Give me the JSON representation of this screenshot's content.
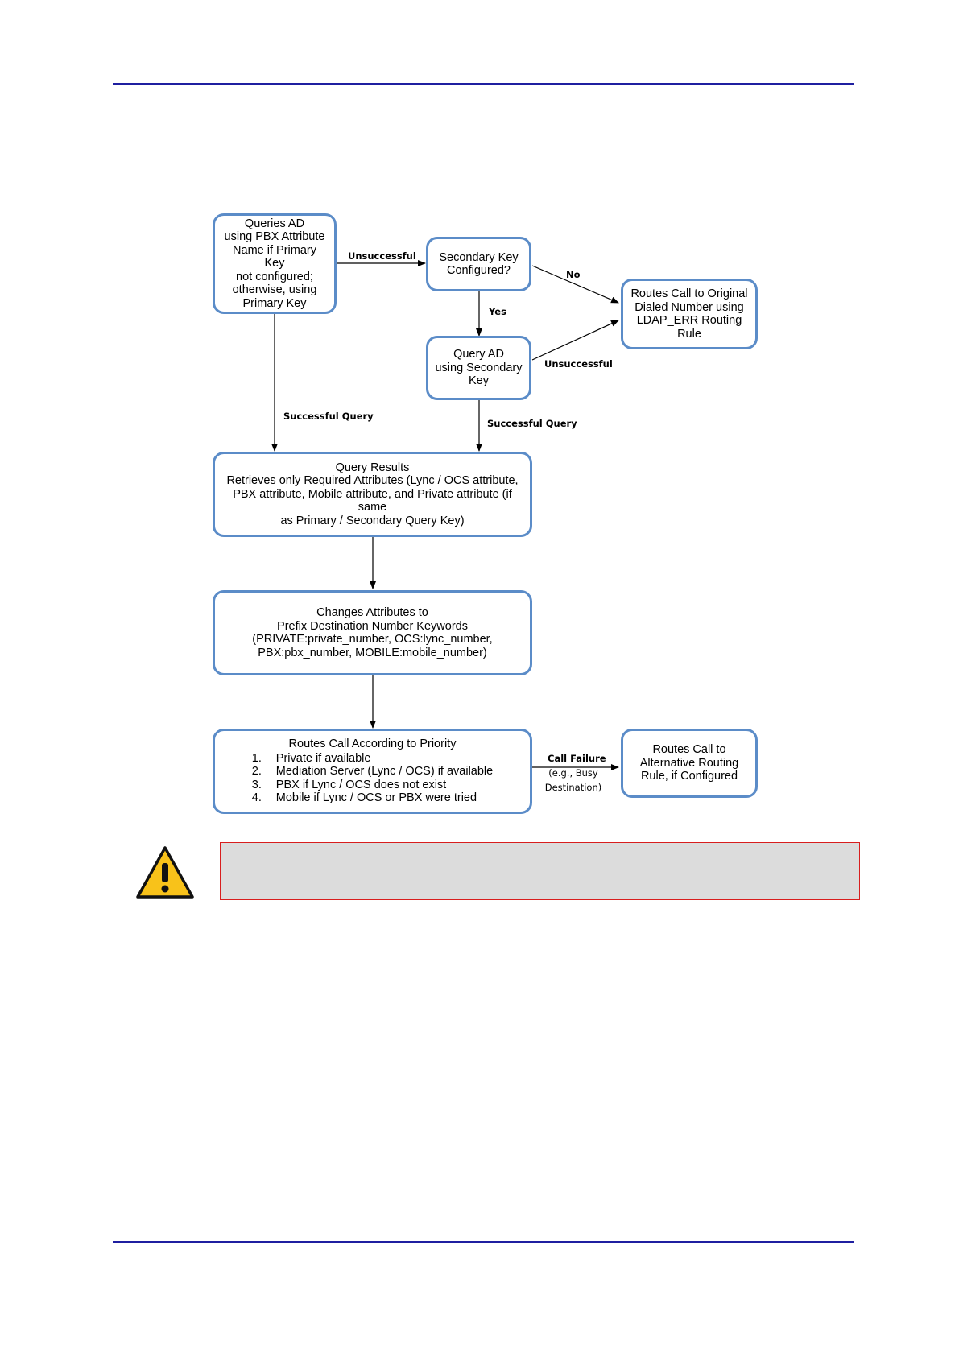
{
  "diagram": {
    "nodes": {
      "queries_ad": [
        "Queries AD",
        "using PBX Attribute",
        "Name if Primary Key",
        "not configured;",
        "otherwise, using",
        "Primary Key"
      ],
      "secondary_key": [
        "Secondary Key",
        "Configured?"
      ],
      "routes_original": [
        "Routes Call to Original",
        "Dialed Number using",
        "LDAP_ERR Routing",
        "Rule"
      ],
      "query_secondary": [
        "Query AD",
        "using Secondary",
        "Key"
      ],
      "query_results": [
        "Query Results",
        "Retrieves only Required Attributes (Lync / OCS attribute,",
        "PBX attribute, Mobile attribute, and Private attribute (if same",
        "as Primary / Secondary Query Key)"
      ],
      "changes_attributes": [
        "Changes Attributes to",
        "Prefix Destination Number Keywords",
        "(PRIVATE:private_number,  OCS:lync_number,",
        "PBX:pbx_number, MOBILE:mobile_number)"
      ],
      "routes_priority": {
        "title": "Routes Call According to Priority",
        "items": [
          {
            "num": "1.",
            "text": "Private if available"
          },
          {
            "num": "2.",
            "text": "Mediation Server (Lync / OCS) if available"
          },
          {
            "num": "3.",
            "text": "PBX if Lync / OCS does not exist"
          },
          {
            "num": "4.",
            "text": "Mobile if Lync  / OCS or PBX were tried"
          }
        ]
      },
      "routes_alternative": [
        "Routes Call to",
        "Alternative Routing",
        "Rule, if Configured"
      ]
    },
    "edge_labels": {
      "unsuccessful_1": "Unsuccessful",
      "no": "No",
      "yes": "Yes",
      "unsuccessful_2": "Unsuccessful",
      "successful_query_1": "Successful Query",
      "successful_query_2": "Successful Query",
      "call_failure": "Call Failure",
      "call_failure_note": [
        "(e.g., Busy",
        "Destination)"
      ]
    }
  },
  "colors": {
    "box_border": "#5b8cc8",
    "rule": "#1f1fa0",
    "note_border": "#d81e1e",
    "note_fill": "#dcdcdc",
    "warning_fill": "#f8c21a"
  },
  "icons": {
    "warning": "warning-triangle-icon"
  }
}
